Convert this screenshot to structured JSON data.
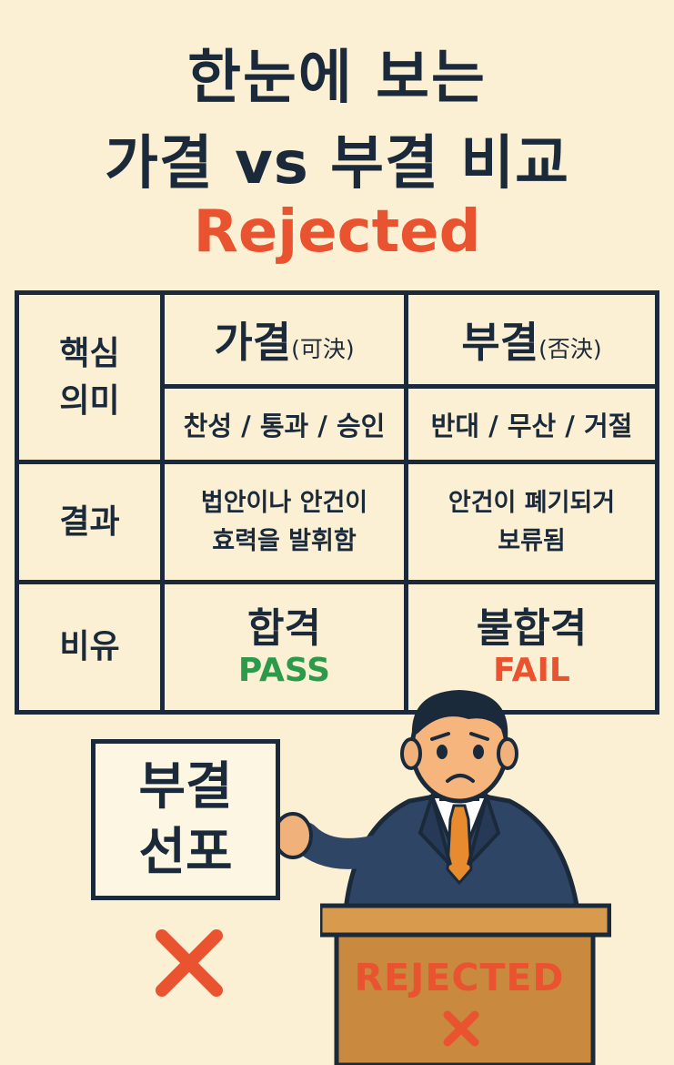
{
  "title": {
    "line1": "한눈에 보는",
    "line2": "가결 vs 부결 비교",
    "subtitle": "Rejected"
  },
  "table": {
    "row_labels": {
      "meaning_line1": "핵심",
      "meaning_line2": "의미",
      "result": "결과",
      "analogy": "비유"
    },
    "pass_col": {
      "title": "가결",
      "hanja": "(可決)",
      "meaning": "찬성 / 통과 / 승인",
      "result_line1": "법안이나 안건이",
      "result_line2": "효력을 발휘함",
      "analogy_ko": "합격",
      "analogy_en": "PASS"
    },
    "fail_col": {
      "title": "부결",
      "hanja": "(否決)",
      "meaning": "반대 / 무산 / 거절",
      "result_line1": "안건이 폐기되거",
      "result_line2": "보류됨",
      "analogy_ko": "불합격",
      "analogy_en": "FAIL"
    }
  },
  "sign": {
    "line1": "부결",
    "line2": "선포"
  },
  "podium_label": "REJECTED",
  "colors": {
    "background": "#fcf0d4",
    "ink": "#1b2a3a",
    "accent_red": "#e9532f",
    "pass_green": "#2b9a4a",
    "podium": "#c9893f"
  }
}
